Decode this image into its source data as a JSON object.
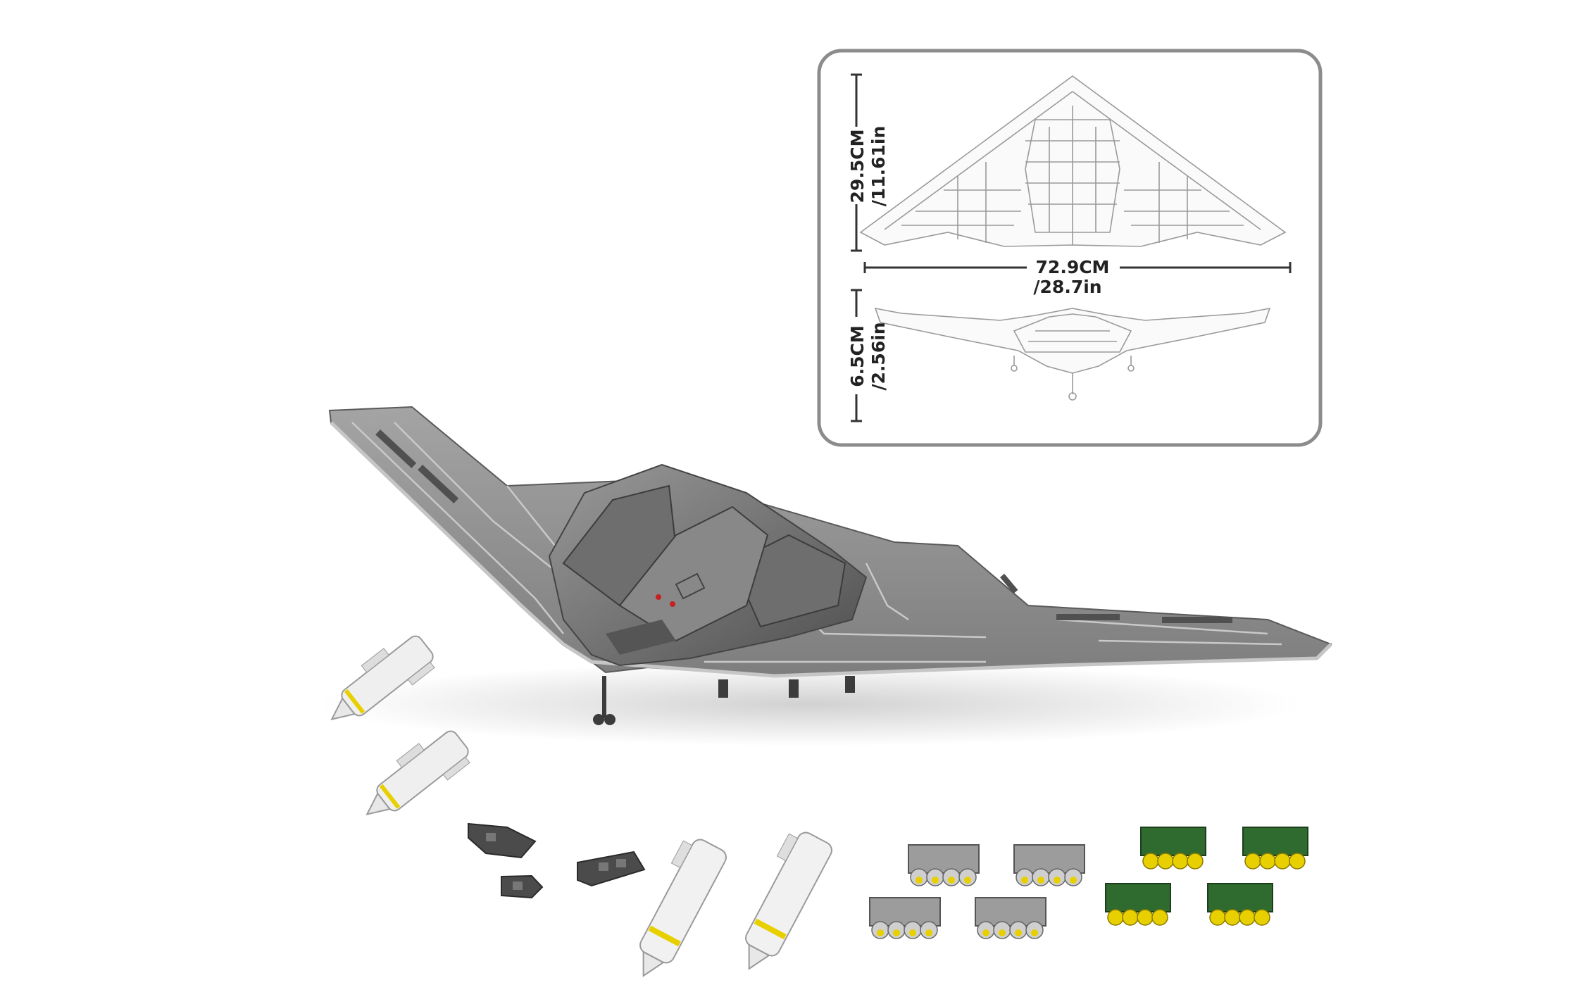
{
  "dimension_panel": {
    "height": {
      "metric": "29.5CM",
      "imperial": "/11.61in"
    },
    "width": {
      "metric": "72.9CM",
      "imperial": "/28.7in"
    },
    "depth": {
      "metric": "6.5CM",
      "imperial": "/2.56in"
    }
  },
  "colors": {
    "panel_border": "#888888",
    "model_grey": "#8f8f8f",
    "model_dark": "#5f5f5f",
    "weapon_white": "#eeeeee",
    "bomb_yellow": "#e8d000",
    "bomb_green": "#2f6b2f"
  },
  "accessories": {
    "cruise_missiles": 4,
    "hatch_pieces": 3,
    "grey_bomb_racks": 4,
    "green_bomb_racks": 4
  }
}
